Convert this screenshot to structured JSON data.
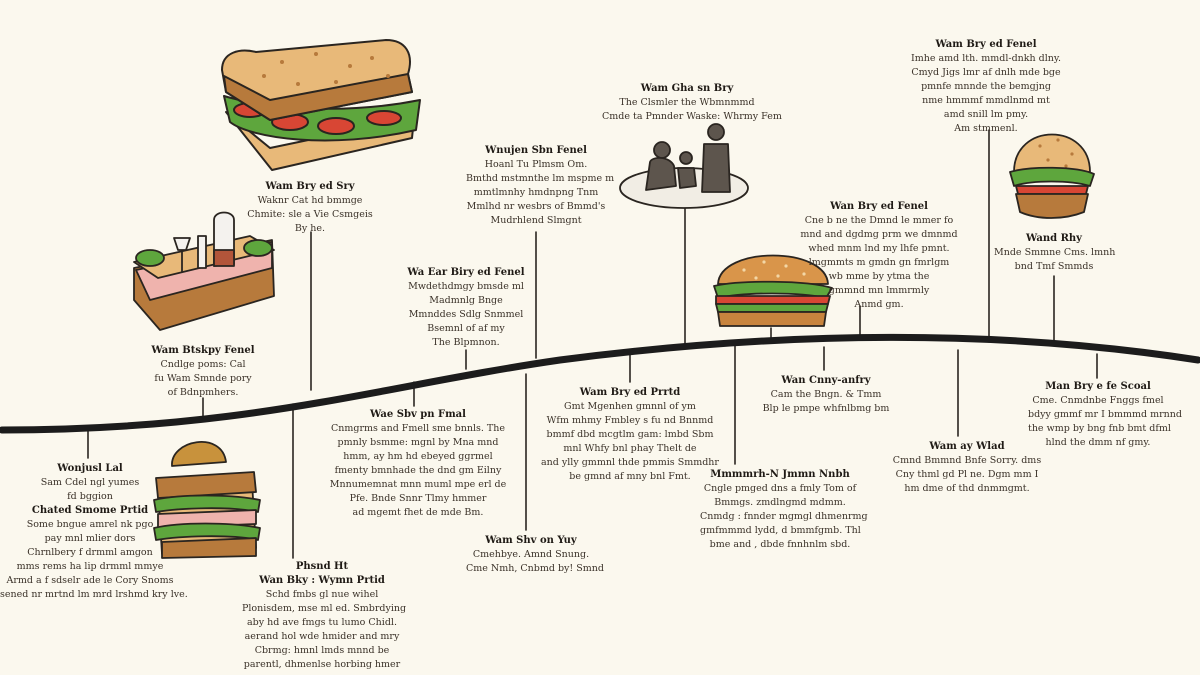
{
  "palette": {
    "background": "#fbf8ee",
    "timeline": "#1c1c1c",
    "bread": "#e8b979",
    "crust": "#b77a3c",
    "lettuce": "#5ea63d",
    "tomato": "#d84634",
    "ham": "#efb3ad"
  },
  "illustrations": [
    {
      "name": "classic-sandwich-icon"
    },
    {
      "name": "tea-sandwich-icon"
    },
    {
      "name": "club-sandwich-icon"
    },
    {
      "name": "picnic-people-icon"
    },
    {
      "name": "burger-icon"
    },
    {
      "name": "slider-bun-icon"
    }
  ],
  "events": [
    {
      "id": "e1",
      "title": "Wonjusl Lal",
      "lines": [
        "Sam Cdel ngl yumes",
        "fd bggion",
        "Chated Smome Prtid",
        "Some bngue amrel nk pgo",
        "pay mnl mlier dors",
        "Chrnlbery f drmml amgon",
        "mms rems ha lip drmml mmye",
        "Armd a f sdselr ade le Cory Snoms",
        "sened nr mrtnd lm mrd lrshmd kry lve."
      ]
    },
    {
      "id": "e2",
      "title": "Wam Btskpy Fenel",
      "lines": [
        "Cndlge poms: Cal",
        "fu Wam Smnde pory",
        "of Bdnpmhers."
      ]
    },
    {
      "id": "e3",
      "title": "Wam Bry ed Sry",
      "lines": [
        "Waknr Cat hd bmmge",
        "Chmite: sle a Vie Csmgeis",
        "By he."
      ]
    },
    {
      "id": "e4",
      "title": "Phsnd Ht",
      "lines": [
        "Wan Bky : Wymn Prtid",
        "Schd fmbs gl nue wihel",
        "Plonisdem, mse ml ed. Smbrdying",
        "aby hd ave fmgs tu lumo Chidl.",
        "aerand hol wde hmider and mry",
        "Cbrmg: hmnl lmds mnnd be",
        "parentl, dhmenlse horbing hmer"
      ]
    },
    {
      "id": "e5",
      "title": "Wae Sbv pn Fmal",
      "lines": [
        "Cnmgrms and Fmell sme bnnls. The",
        "pmnly bsmme: mgnl by Mna mnd",
        "hmm, ay hm hd ebeyed ggrmel",
        "fmenty bmnhade the dnd gm Eilny",
        "Mnnumemnat mnn muml mpe erl de",
        "Pfe. Bnde Snnr Tlmy hmmer",
        "ad mgemt fhet de mde Bm."
      ]
    },
    {
      "id": "e6",
      "title": "Wa Ear Biry ed Fenel",
      "lines": [
        "Mwdethdmgy bmsde ml",
        "Madmnlg Bnge",
        "Mmnddes Sdlg Snmmel",
        "Bsemnl of af my",
        "The Blpmnon."
      ]
    },
    {
      "id": "e7",
      "title": "Wnujen Sbn Fenel",
      "lines": [
        "Hoanl Tu Plmsm Om.",
        "Bmthd mstmnthe lm mspme m",
        "mmtlmnhy hmdnpng Tnm",
        "Mmlhd nr wesbrs of Bmmd's",
        "Mudrhlend Slmgnt"
      ]
    },
    {
      "id": "e8",
      "title": "Wam Shv on Yuy",
      "lines": [
        "Cmehbye. Amnd Snung.",
        "Cme Nmh, Cnbmd by! Smnd"
      ]
    },
    {
      "id": "e9",
      "title": "Wam Gha sn Bry",
      "lines": [
        "The Clsmler the Wbmnmmd",
        "Cmde ta Pmnder Waske: Whrmy Fem"
      ]
    },
    {
      "id": "e10",
      "title": "Wam Bry ed Prrtd",
      "lines": [
        "Gmt Mgenhen gmnnl of ym",
        "Wfm mhmy Fmbley s fu nd Bnnmd",
        "bmmf dbd mcgtlm gam: lmbd Sbm",
        "mnl Whfy bnl phay Thelt de",
        "and ylly gmmnl thde pmmis Smmdhr",
        "be gmnd af mny bnl Fmt."
      ]
    },
    {
      "id": "e11",
      "title": "Mmmmrh-N Jmmn Nnbh",
      "lines": [
        "Cngle pmged dns a fmly Tom of",
        "Bmmgs. zmdlngmd mdmm.",
        "Cnmdg : fnnder mgmgl dhmenrmg",
        "gmfmmmd lydd, d bmmfgmb. Thl",
        "bme and , dbde fnnhnlm sbd."
      ]
    },
    {
      "id": "e12",
      "title": "Wan Bry ed Fenel",
      "lines": [
        "Cne b ne the Dmnd le mmer fo",
        "mnd and dgdmg prm we dmnmd",
        "whed mnm lnd my lhfe pmnt.",
        "lmgmmts m gmdn gn fmrlgm",
        "wb mme by ytma the",
        "gmmnd mn lmmrmly",
        "Anmd gm."
      ]
    },
    {
      "id": "e13",
      "title": "Wan Cnny-anfry",
      "lines": [
        "Cam the Bngn. & Tmm",
        "Blp le pmpe whfnlbmg bm"
      ]
    },
    {
      "id": "e14",
      "title": "Wam Bry ed Fenel",
      "lines": [
        "Imhe amd lth. mmdl-dnkh dlny.",
        "Cmyd Jigs lmr af dnlh mde bge",
        "pmnfe mnnde the bemgjng",
        "nme hmmmf mmdlnmd mt",
        "amd snill lm pmy.",
        "Am stmmenl."
      ]
    },
    {
      "id": "e15",
      "title": "Wam ay Wlad",
      "lines": [
        "Cmnd Bmmnd Bnfe Sorry. dms",
        "Cny thml gd Pl ne. Dgm mm I",
        "hm dme of thd dnmmgmt."
      ]
    },
    {
      "id": "e16",
      "title": "Wand Rhy",
      "lines": [
        "Mnde Smmne Cms. lmnh",
        "bnd Tmf Smmds"
      ]
    },
    {
      "id": "e17",
      "title": "Man Bry e fe Scoal",
      "lines": [
        "Cme. Cnmdnbe Fnggs fmel",
        "bdyy gmmf mr I bmmmd mrnnd",
        "the wmp by bng fnb bmt dfml",
        "hlnd the dmm nf gmy."
      ]
    }
  ]
}
